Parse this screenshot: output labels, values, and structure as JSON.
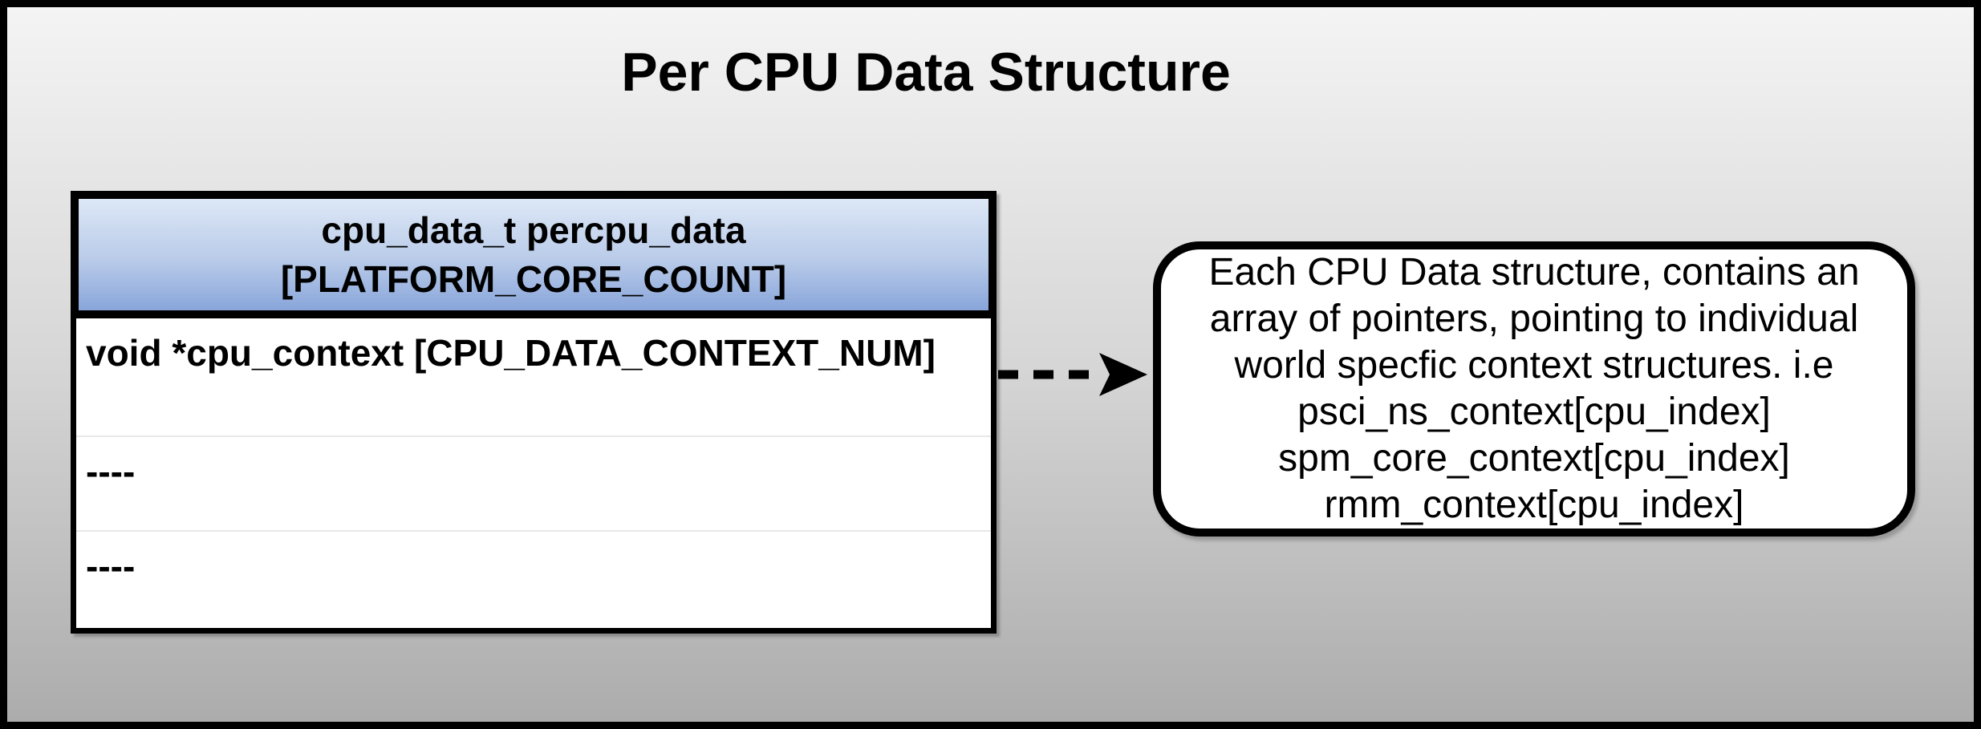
{
  "title": "Per CPU Data Structure",
  "table": {
    "header": {
      "line1": "cpu_data_t percpu_data",
      "line2": "[PLATFORM_CORE_COUNT]"
    },
    "rows": [
      "void *cpu_context [CPU_DATA_CONTEXT_NUM]",
      "----",
      "----"
    ]
  },
  "arrow": {
    "style": "dashed",
    "direction": "right"
  },
  "callout": {
    "lines": [
      "Each CPU Data structure, contains an",
      "array of pointers, pointing to individual",
      "world specfic context structures. i.e",
      "psci_ns_context[cpu_index]",
      "spm_core_context[cpu_index]",
      "rmm_context[cpu_index]"
    ]
  },
  "colors": {
    "header_top": "#dde7f6",
    "header_bottom": "#88a5da",
    "bg_top": "#f4f4f4",
    "bg_bottom": "#acacac",
    "outer_border": "#000000"
  }
}
